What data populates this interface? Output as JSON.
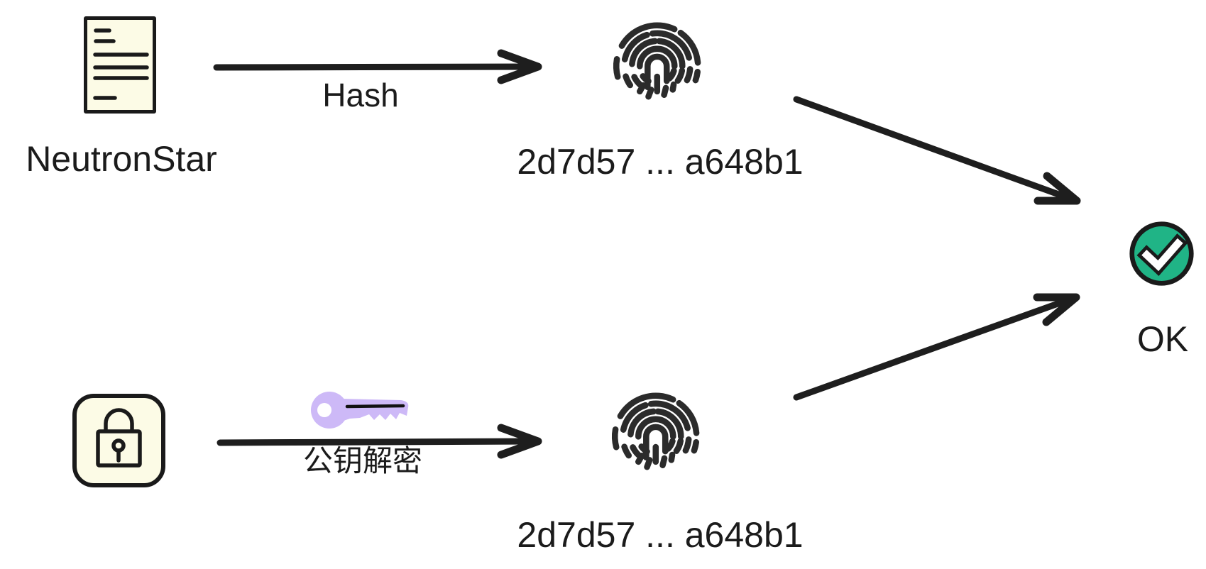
{
  "diagram": {
    "title_hint": "digital-signature-verification-flow",
    "colors": {
      "background": "#ffffff",
      "ink": "#1b1b1b",
      "node_fill": "#fcfbe6",
      "key_fill": "#cdb9f7",
      "check_fill": "#20b486",
      "check_mark": "#ffffff"
    },
    "nodes": {
      "document": {
        "label": "NeutronStar",
        "icon": "document-icon"
      },
      "digest_top": {
        "label": "2d7d57 ... a648b1",
        "icon": "fingerprint-icon"
      },
      "digest_bottom": {
        "label": "2d7d57 ... a648b1",
        "icon": "fingerprint-icon"
      },
      "signature": {
        "icon": "lock-icon"
      },
      "result": {
        "label": "OK",
        "icon": "check-icon"
      }
    },
    "edges": {
      "hash": {
        "label": "Hash",
        "from": "document",
        "to": "digest_top"
      },
      "decrypt": {
        "label": "公钥解密",
        "icon": "key-icon",
        "from": "signature",
        "to": "digest_bottom"
      },
      "compare_top": {
        "label": "",
        "from": "digest_top",
        "to": "result"
      },
      "compare_bottom": {
        "label": "",
        "from": "digest_bottom",
        "to": "result"
      }
    }
  }
}
